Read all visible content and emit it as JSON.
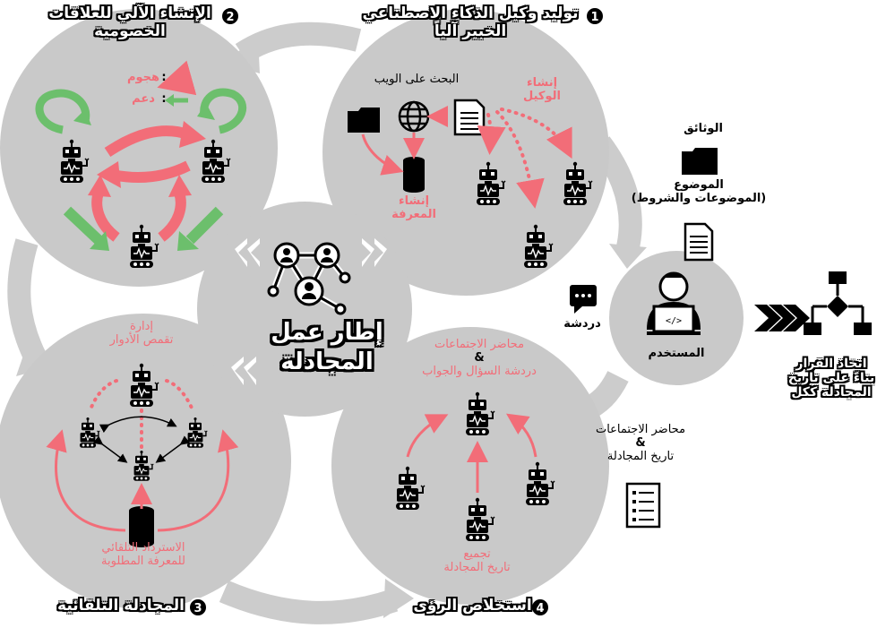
{
  "center": {
    "line1": "إطار عمل",
    "line2": "المجادلة"
  },
  "steps": {
    "s1": {
      "num": "1",
      "line1": "توليد وكيل الذكاء الاصطناعي",
      "line2": "الخبير آلياً"
    },
    "s2": {
      "num": "2",
      "line1": "الإنشاء الآلي  للعلاقات",
      "line2": "الخصومية"
    },
    "s3": {
      "num": "3",
      "text": "المجادلة التلقائية"
    },
    "s4": {
      "num": "4",
      "text": "استخلاص الرؤى"
    }
  },
  "circle1": {
    "web_search": "البحث على الويب",
    "create_agent_1": "إنشاء",
    "create_agent_2": "الوكيل",
    "create_knowledge_1": "إنشاء",
    "create_knowledge_2": "المعرفة"
  },
  "circle2": {
    "attack": "هجوم",
    "support": "دعم",
    "colon": ":"
  },
  "circle3": {
    "manage_1": "إدارة",
    "manage_2": "تقمص الأدوار",
    "retrieval_1": "الاسترداد التلقائي",
    "retrieval_2": "للمعرفة المطلوبة"
  },
  "circle4": {
    "minutes": "محاضر الاجتماعات",
    "amp": "&",
    "qa_chat": "دردشة السؤال والجواب",
    "collect_1": "تجميع",
    "collect_2": "تاريخ المجادلة"
  },
  "right": {
    "documents": "الوثائق",
    "topic": "الموضوع",
    "topics_conditions": "(الموضوعات والشروط)",
    "chat": "دردشة",
    "user": "المستخدم",
    "minutes": "محاضر الاجتماعات",
    "amp": "&",
    "history": "تاريخ المجادلة",
    "decision_1": "اتخاذ القرار",
    "decision_2": "بناءً على تاريخ",
    "decision_3": "المجادلة ككل"
  },
  "icons": [
    "folder-icon",
    "globe-icon",
    "document-icon",
    "database-icon",
    "robot-icon",
    "network-icon",
    "user-laptop-icon",
    "chat-bubble-icon",
    "checklist-icon",
    "flowchart-icon",
    "chevrons-icon",
    "cycle-arrow-icon"
  ],
  "colors": {
    "gray": "#c9c9c9",
    "red": "#f26d78",
    "green": "#6cbf6c",
    "black": "#000000"
  }
}
